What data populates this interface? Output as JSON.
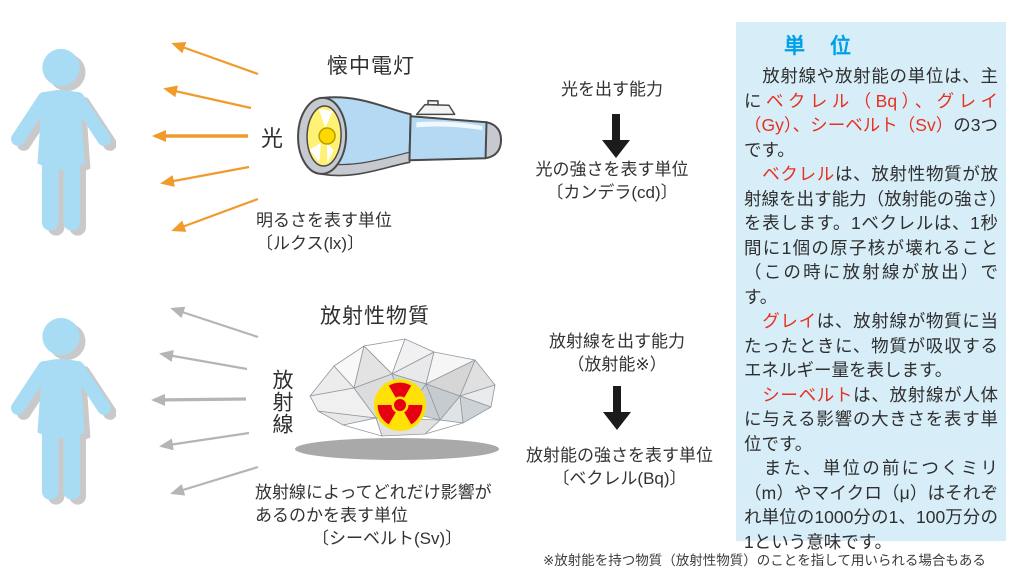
{
  "colors": {
    "panel_bg": "#d7edf8",
    "accent_blue": "#00a0e9",
    "highlight_red": "#e8301f",
    "arrow_orange": "#f09c2c",
    "arrow_gray": "#b5b5b5",
    "person_blue": "#a8dcf5"
  },
  "top_row": {
    "flashlight_label": "懐中電灯",
    "light_label": "光",
    "lux_line1": "明るさを表す単位",
    "lux_line2": "〔ルクス(lx)〕",
    "ability": "光を出す能力",
    "unit_line1": "光の強さを表す単位",
    "unit_line2": "〔カンデラ(cd)〕"
  },
  "bottom_row": {
    "substance_label": "放射性物質",
    "ray_label": "放射線",
    "sv_line1": "放射線によってどれだけ影響が",
    "sv_line2": "あるのかを表す単位",
    "sv_line3": "〔シーベルト(Sv)〕",
    "ability_line1": "放射線を出す能力",
    "ability_line2": "（放射能※）",
    "unit_line1": "放射能の強さを表す単位",
    "unit_line2": "〔ベクレル(Bq)〕"
  },
  "unit_box": {
    "title": "単　位",
    "p1": {
      "s1": "　放射線や放射能の単位は、主に",
      "s2": "ベクレル（Bq）、グレイ（Gy）、シーベルト（Sv）",
      "s3": "の3つです。"
    },
    "p2": {
      "s1": "　",
      "s2": "ベクレル",
      "s3": "は、放射性物質が放射線を出す能力（放射能の強さ）を表します。1ベクレルは、1秒間に1個の原子核が壊れること（この時に放射線が放出）です。"
    },
    "p3": {
      "s1": "　",
      "s2": "グレイ",
      "s3": "は、放射線が物質に当たったときに、物質が吸収するエネルギー量を表します。"
    },
    "p4": {
      "s1": "　",
      "s2": "シーベルト",
      "s3": "は、放射線が人体に与える影響の大きさを表す単位です。"
    },
    "p5": "　また、単位の前につくミリ（m）やマイクロ（μ）はそれぞれ単位の1000分の1、100万分の1という意味です。"
  },
  "footnote": "※放射能を持つ物質（放射性物質）のことを指して用いられる場合もある"
}
